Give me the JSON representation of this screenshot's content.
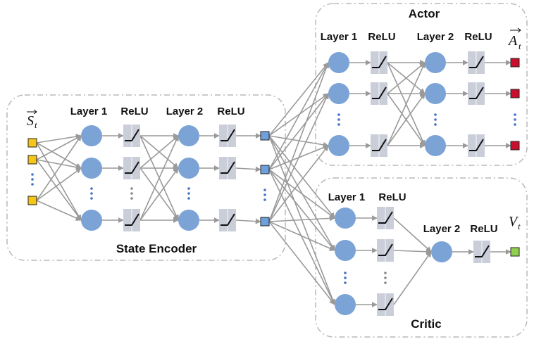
{
  "labels": {
    "input_symbol": "S",
    "input_sub": "t",
    "action_symbol": "A",
    "action_sub": "t",
    "value_symbol": "V",
    "value_sub": "t"
  },
  "encoder": {
    "title": "State Encoder",
    "layer1": "Layer 1",
    "relu1": "ReLU",
    "layer2": "Layer 2",
    "relu2": "ReLU"
  },
  "actor": {
    "title": "Actor",
    "layer1": "Layer 1",
    "relu1": "ReLU",
    "layer2": "Layer 2",
    "relu2": "ReLU"
  },
  "critic": {
    "title": "Critic",
    "layer1": "Layer 1",
    "relu1": "ReLU",
    "layer2": "Layer 2",
    "relu2": "ReLU"
  },
  "colors": {
    "neuron": "#7ba3d6",
    "input_node": "#f5c518",
    "feature_node": "#6fa0dc",
    "action_node": "#c8102e",
    "value_node": "#8fd14f",
    "relu_box": "#c9ced9",
    "edge": "#9a9a9a",
    "border": "#b8b8b8",
    "dots": "#4472c4"
  }
}
